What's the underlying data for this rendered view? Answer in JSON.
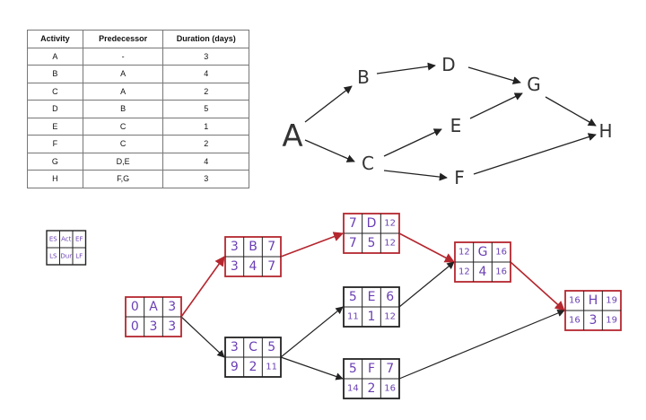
{
  "table": {
    "headers": [
      "Activity",
      "Predecessor",
      "Duration (days)"
    ],
    "rows": [
      [
        "A",
        "-",
        "3"
      ],
      [
        "B",
        "A",
        "4"
      ],
      [
        "C",
        "A",
        "2"
      ],
      [
        "D",
        "B",
        "5"
      ],
      [
        "E",
        "C",
        "1"
      ],
      [
        "F",
        "C",
        "2"
      ],
      [
        "G",
        "D,E",
        "4"
      ],
      [
        "H",
        "F,G",
        "3"
      ]
    ]
  },
  "aoa_network": {
    "nodes": [
      "A",
      "B",
      "C",
      "D",
      "E",
      "F",
      "G",
      "H"
    ],
    "edges": [
      [
        "A",
        "B"
      ],
      [
        "A",
        "C"
      ],
      [
        "B",
        "D"
      ],
      [
        "D",
        "G"
      ],
      [
        "C",
        "E"
      ],
      [
        "E",
        "G"
      ],
      [
        "C",
        "F"
      ],
      [
        "F",
        "H"
      ],
      [
        "G",
        "H"
      ]
    ]
  },
  "legend": {
    "cells": [
      "ES",
      "Act",
      "EF",
      "LS",
      "Dur",
      "LF"
    ]
  },
  "activity_nodes": [
    {
      "id": "A",
      "cells": [
        "0",
        "A",
        "3",
        "0",
        "3",
        "3"
      ],
      "critical": true
    },
    {
      "id": "B",
      "cells": [
        "3",
        "B",
        "7",
        "3",
        "4",
        "7"
      ],
      "critical": true
    },
    {
      "id": "C",
      "cells": [
        "3",
        "C",
        "5",
        "9",
        "2",
        "11"
      ],
      "critical": false
    },
    {
      "id": "D",
      "cells": [
        "7",
        "D",
        "12",
        "7",
        "5",
        "12"
      ],
      "critical": true
    },
    {
      "id": "E",
      "cells": [
        "5",
        "E",
        "6",
        "11",
        "1",
        "12"
      ],
      "critical": false
    },
    {
      "id": "F",
      "cells": [
        "5",
        "F",
        "7",
        "14",
        "2",
        "16"
      ],
      "critical": false
    },
    {
      "id": "G",
      "cells": [
        "12",
        "G",
        "16",
        "12",
        "4",
        "16"
      ],
      "critical": true
    },
    {
      "id": "H",
      "cells": [
        "16",
        "H",
        "19",
        "16",
        "3",
        "19"
      ],
      "critical": true
    }
  ],
  "aon_edges": [
    {
      "from": "A",
      "to": "B",
      "critical": true
    },
    {
      "from": "A",
      "to": "C",
      "critical": false
    },
    {
      "from": "B",
      "to": "D",
      "critical": true
    },
    {
      "from": "C",
      "to": "E",
      "critical": false
    },
    {
      "from": "C",
      "to": "F",
      "critical": false
    },
    {
      "from": "D",
      "to": "G",
      "critical": true
    },
    {
      "from": "E",
      "to": "G",
      "critical": false
    },
    {
      "from": "G",
      "to": "H",
      "critical": true
    },
    {
      "from": "F",
      "to": "H",
      "critical": false
    }
  ],
  "colors": {
    "critical": "#b5272f",
    "normal": "#222222",
    "text": "#6a3fb5"
  }
}
